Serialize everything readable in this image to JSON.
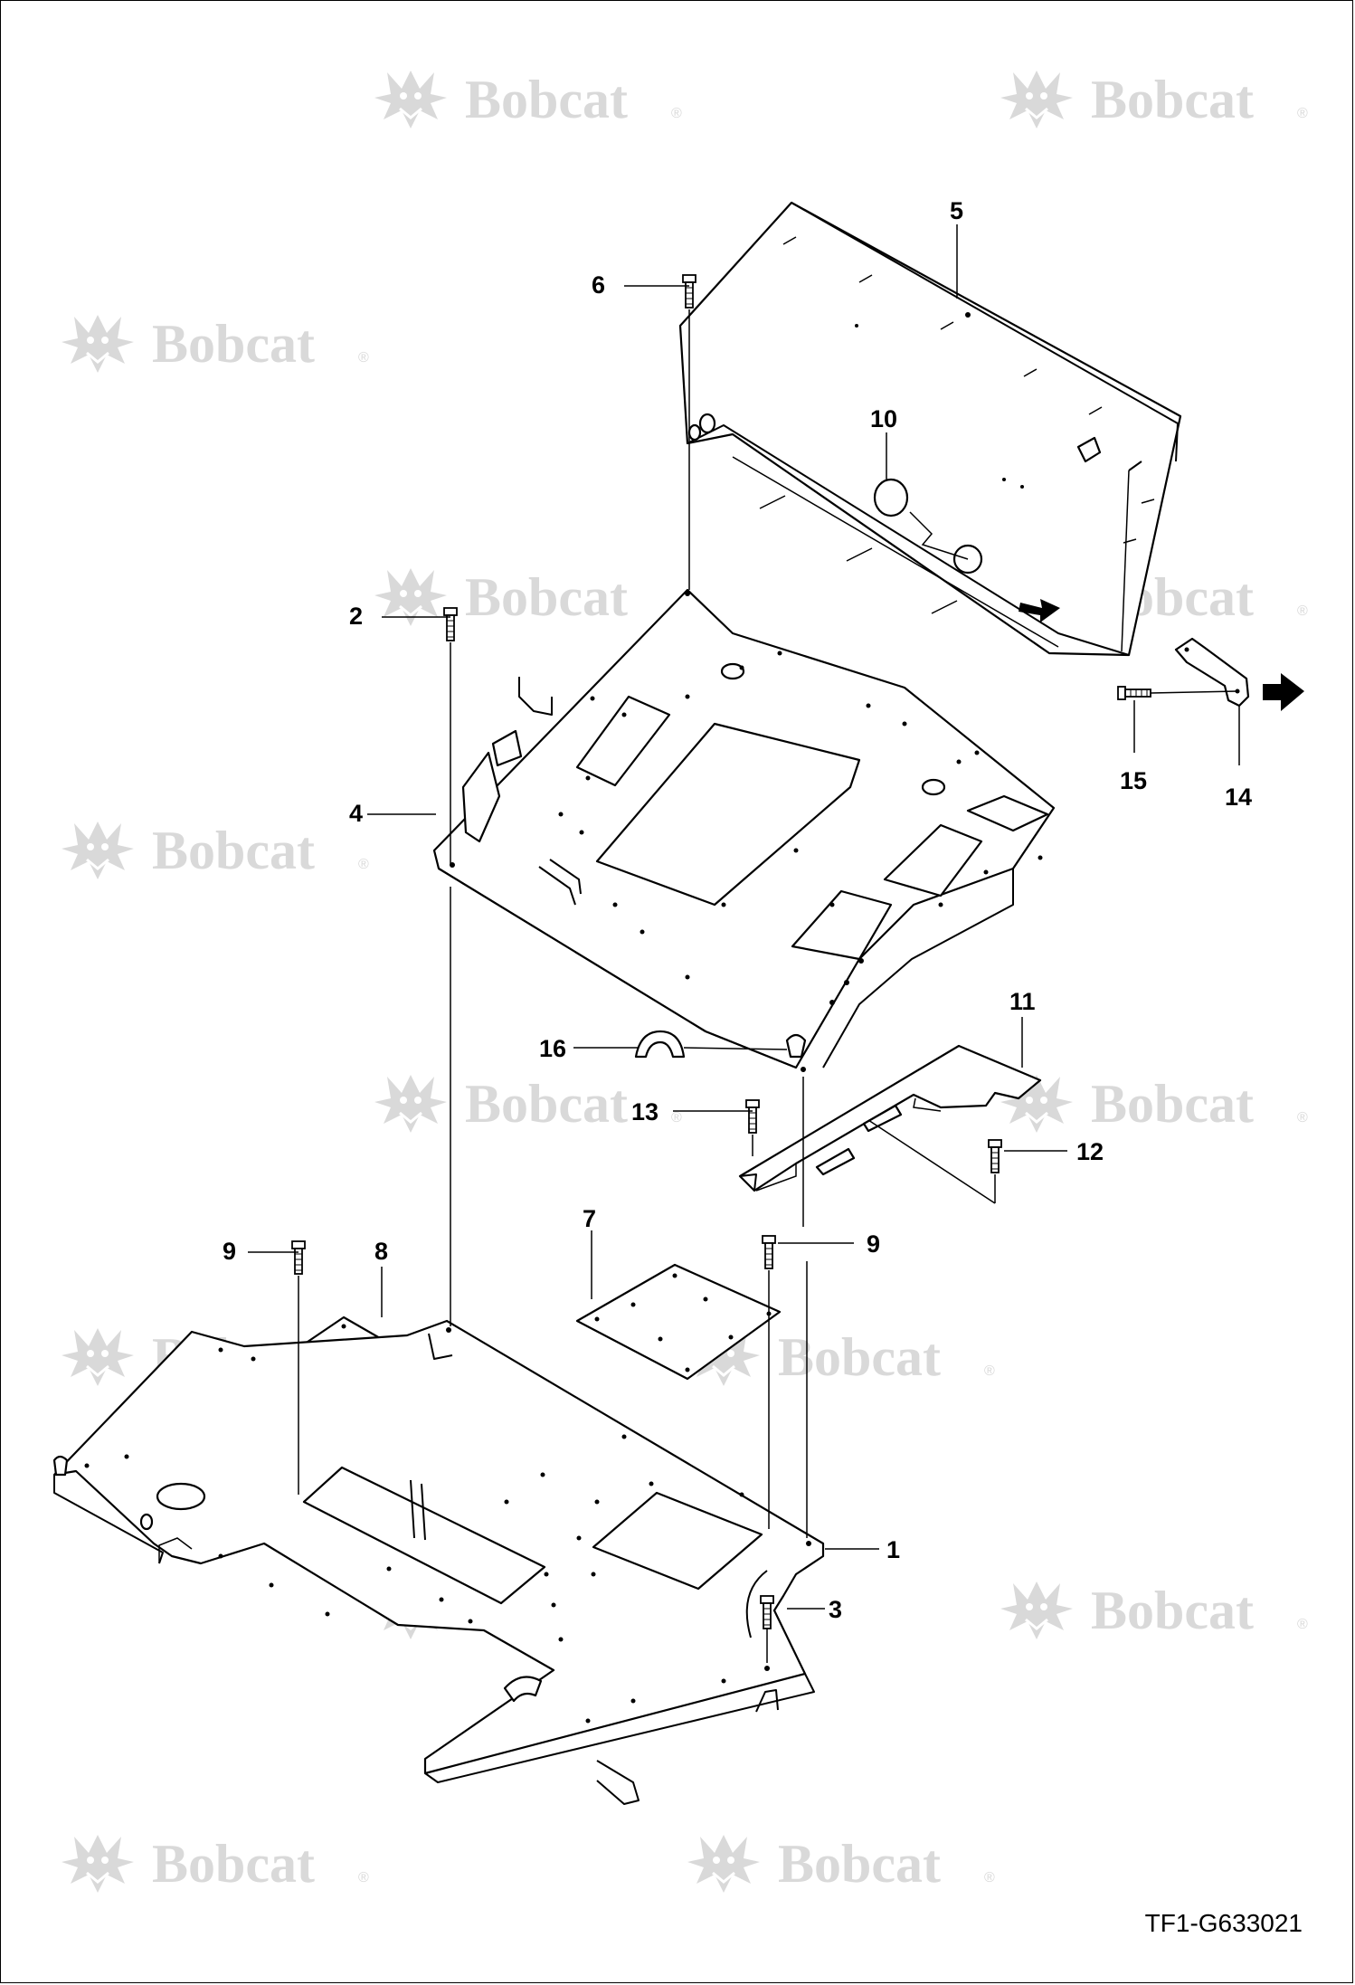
{
  "watermark": {
    "brand": "Bobcat",
    "mark": "®",
    "color": "#d9d9d9"
  },
  "drawing_id": "TF1-G633021",
  "callouts": [
    "1",
    "2",
    "3",
    "4",
    "5",
    "6",
    "7",
    "8",
    "9",
    "9",
    "10",
    "11",
    "12",
    "13",
    "14",
    "15",
    "16"
  ],
  "icons": {
    "watermark_logo": "bobcat-head-logo-icon",
    "direction_arrow": "black-arrow-icon"
  },
  "colors": {
    "line": "#000000",
    "background": "#ffffff"
  }
}
